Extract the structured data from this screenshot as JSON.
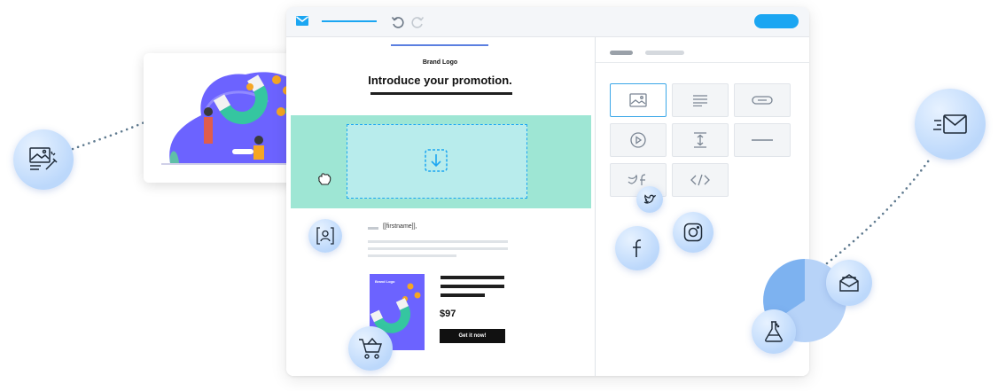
{
  "email": {
    "brand_logo": "Brand Logo",
    "headline": "Introduce your promotion.",
    "greeting": "[[firstname]],",
    "product_logo": "Brand Logo",
    "price": "$97",
    "cta": "Get it now!"
  },
  "colors": {
    "accent": "#1ba6f2",
    "dropzone": "#9ee6d4",
    "bubble": "#bcd8fb",
    "pie_dark": "#7db2f0",
    "pie_light": "#b7d3f8"
  },
  "icons": [
    "envelope-logo-icon",
    "undo-icon",
    "redo-icon",
    "image-icon",
    "text-icon",
    "button-icon",
    "video-icon",
    "spacer-icon",
    "divider-icon",
    "social-icon",
    "code-icon",
    "download-arrow-icon",
    "twitter-icon",
    "facebook-icon",
    "instagram-icon",
    "user-frame-icon",
    "basket-icon",
    "magic-image-icon",
    "send-mail-icon",
    "open-mail-icon",
    "flask-icon",
    "hand-cursor-icon"
  ]
}
